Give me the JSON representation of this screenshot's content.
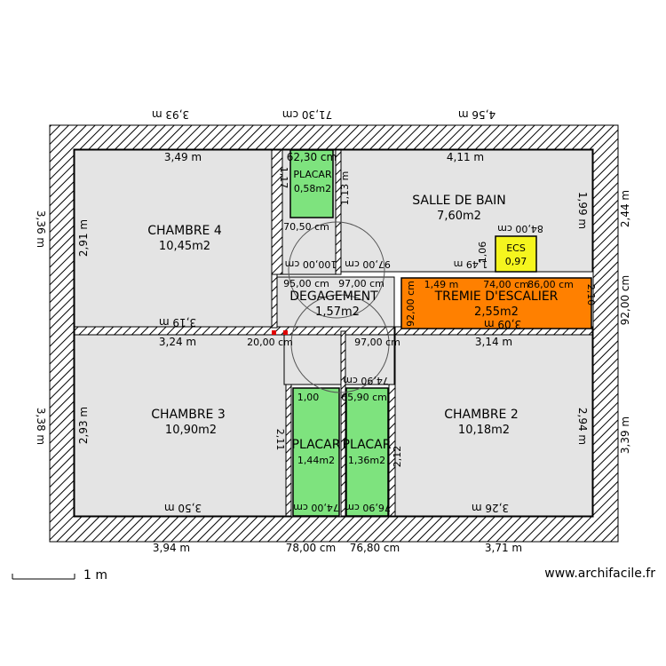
{
  "rooms": {
    "chambre4": {
      "name": "CHAMBRE 4",
      "area": "10,45m2"
    },
    "salle_de_bain": {
      "name": "SALLE DE BAIN",
      "area": "7,60m2"
    },
    "degagement": {
      "name": "DEGAGEMENT",
      "area": "1,57m2"
    },
    "tremie": {
      "name": "TREMIE D'ESCALIER",
      "area": "2,55m2"
    },
    "chambre3": {
      "name": "CHAMBRE 3",
      "area": "10,90m2"
    },
    "chambre2": {
      "name": "CHAMBRE 2",
      "area": "10,18m2"
    },
    "placard_top": {
      "name": "PLACAR",
      "area": "0,58m2"
    },
    "placard_left": {
      "name": "PLACAR",
      "area": "1,44m2"
    },
    "placard_right": {
      "name": "PLACAR",
      "area": "1,36m2"
    },
    "yellow": {
      "name": "ECS",
      "area": "0,97"
    }
  },
  "dimensions": {
    "top_outer_left": "3,93 m",
    "top_outer_mid": "71,30 cm",
    "top_outer_right": "4,56 m",
    "top_inner_left": "3,49 m",
    "top_inner_mid": "62,30 cm",
    "top_inner_right": "4,11 m",
    "left_outer_top": "3,36 m",
    "left_outer_bottom": "3,38 m",
    "left_inner_top": "2,91 m",
    "left_inner_bottom": "2,93 m",
    "right_outer_top": "2,44 m",
    "right_outer_mid": "92,00 cm",
    "right_outer_bottom": "3,39 m",
    "right_inner_top": "1,99 m",
    "right_inner_bottom": "2,94 m",
    "bottom_outer_left": "3,94 m",
    "bottom_outer_mid1": "78,00 cm",
    "bottom_outer_mid2": "76,80 cm",
    "bottom_outer_right": "3,71 m",
    "bottom_inner_left": "3,50 m",
    "bottom_inner_mid1": "74,00 cm",
    "bottom_inner_mid2": "76,90 cm",
    "bottom_inner_right": "3,26 m",
    "mid_left_top": "3,19 m",
    "mid_left_bottom": "3,24 m",
    "mid_right_bottom": "3,14 m",
    "mid_right_top": "3,09 m",
    "stair_top": "1,49 m",
    "stair_mid": "74,00 cm",
    "stair_right": "86,00 cm",
    "stair_h": "2,10",
    "stair_w": "92,00 cm",
    "corridor_top1": "95,00 cm",
    "corridor_top2": "97,00 cm",
    "corridor_bot1": "20,00 cm",
    "corridor_bot2": "97,00 cm",
    "placard_top_h": "1,17",
    "placard_top_side": "1,13 m",
    "placard_top_bot": "70,50 cm",
    "door_top1": "100,00 cm",
    "door_top2": "97,00 cm",
    "placard_l_h": "2,11",
    "placard_r_h": "2,12",
    "placard_l_top": "1,00",
    "placard_r_top": "65,90 cm",
    "placard_r_top2": "74,90 cm",
    "ecs_top": "84,00 cm",
    "sdb_small": "1,49 m",
    "sdb_small2": "1,06"
  },
  "scale": {
    "label": "1 m"
  },
  "watermark": "www.archifacile.fr",
  "colors": {
    "room_fill": "#e4e4e4",
    "placard_fill": "#7ee37e",
    "stair_fill": "#ff8000",
    "ecs_fill": "#f5f51e",
    "wall_hatch": "#000000"
  }
}
